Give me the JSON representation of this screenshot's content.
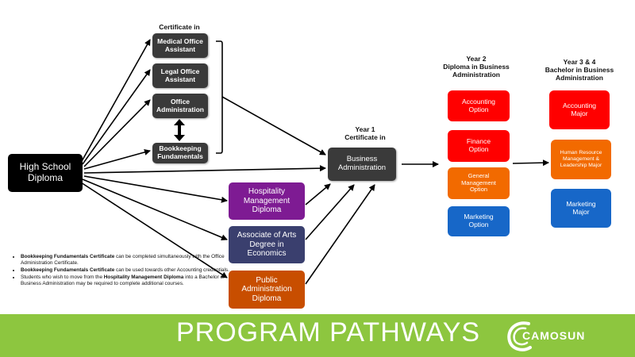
{
  "headings": {
    "certificate_in": "Certificate in",
    "year1_line1": "Year 1",
    "year1_line2": "Certificate in",
    "year2_line1": "Year 2",
    "year2_line2": "Diploma in Business",
    "year2_line3": "Administration",
    "year34_line1": "Year 3 & 4",
    "year34_line2": "Bachelor in Business",
    "year34_line3": "Administration"
  },
  "start": {
    "line1": "High School",
    "line2": "Diploma"
  },
  "certificates": {
    "medical": {
      "line1": "Medical Office",
      "line2": "Assistant"
    },
    "legal": {
      "line1": "Legal Office",
      "line2": "Assistant"
    },
    "office": {
      "line1": "Office",
      "line2": "Administration"
    },
    "bookkeeping": {
      "line1": "Bookkeeping",
      "line2": "Fundamentals"
    }
  },
  "diplomas": {
    "hospitality": {
      "line1": "Hospitality",
      "line2": "Management",
      "line3": "Diploma"
    },
    "associate": {
      "line1": "Associate of Arts",
      "line2": "Degree in",
      "line3": "Economics"
    },
    "public": {
      "line1": "Public",
      "line2": "Administration",
      "line3": "Diploma"
    }
  },
  "year1": {
    "business": {
      "line1": "Business",
      "line2": "Administration"
    }
  },
  "year2_options": {
    "accounting": {
      "line1": "Accounting",
      "line2": "Option"
    },
    "finance": {
      "line1": "Finance",
      "line2": "Option"
    },
    "general": {
      "line1": "General",
      "line2": "Management",
      "line3": "Option"
    },
    "marketing": {
      "line1": "Marketing",
      "line2": "Option"
    }
  },
  "year34_majors": {
    "accounting": {
      "line1": "Accounting",
      "line2": "Major"
    },
    "hr": {
      "line1": "Human Resource",
      "line2": "Management &",
      "line3": "Leadership Major"
    },
    "marketing": {
      "line1": "Marketing",
      "line2": "Major"
    }
  },
  "notes": {
    "n1_bold": "Bookkeeping Fundamentals Certificate",
    "n1_rest": " can be completed simultaneously with  the Office Administration Certificate.",
    "n2_bold": "Bookkeeping Fundamentals Certificate",
    "n2_rest": " can be used towards other Accounting  credentials.",
    "n3_pre": "Students who wish to move from the ",
    "n3_bold": "Hospitality Management Diploma",
    "n3_rest": " into a Bachelor of Business Administration may be required  to complete additional courses."
  },
  "footer": {
    "title": "PROGRAM PATHWAYS",
    "logo": "CAMOSUN"
  },
  "colors": {
    "footer_green": "#8dc63f",
    "dark_box": "#3a3a3a",
    "red": "#ff0000",
    "orange": "#f26a00",
    "blue": "#1767c8",
    "purple": "#7e1b93",
    "navy": "#3a3f6e",
    "burnt_orange": "#c84e00"
  }
}
